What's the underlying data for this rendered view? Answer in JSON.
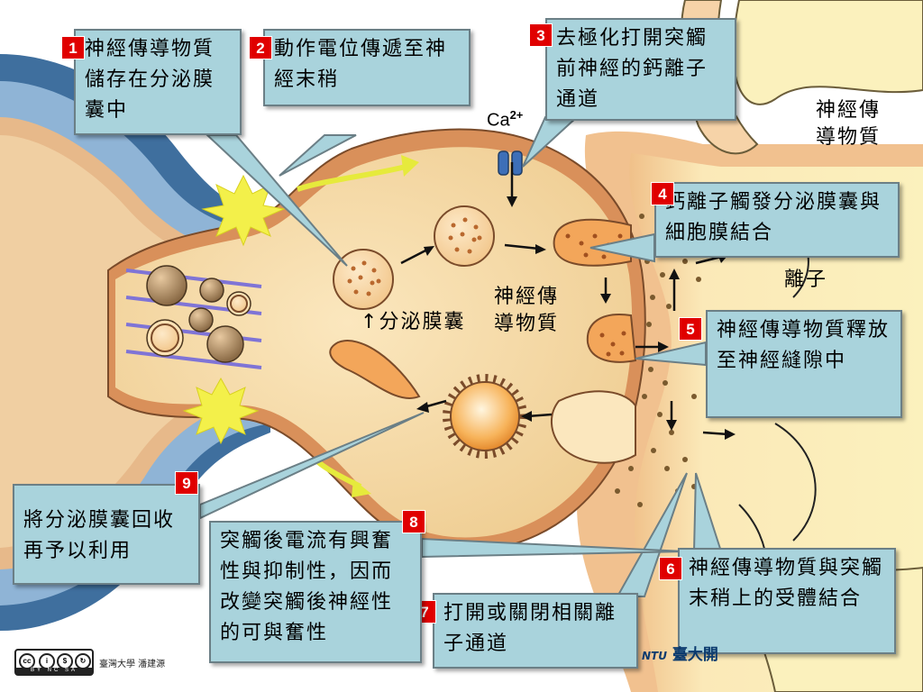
{
  "steps": [
    {
      "num": "1",
      "text": "神經傳導物質儲存在分泌膜囊中"
    },
    {
      "num": "2",
      "text": "動作電位傳遞至神經末稍"
    },
    {
      "num": "3",
      "text": "去極化打開突觸前神經的鈣離子通道"
    },
    {
      "num": "4",
      "text": "鈣離子觸發分泌膜囊與細胞膜結合"
    },
    {
      "num": "5",
      "text": "神經傳導物質釋放至神經縫隙中"
    },
    {
      "num": "6",
      "text": "神經傳導物質與突觸末稍上的受體結合"
    },
    {
      "num": "7",
      "text": "打開或關閉相關離子通道"
    },
    {
      "num": "8",
      "text": "突觸後電流有興奮性與抑制性，因而改變突觸後神經性的可與奮性"
    },
    {
      "num": "9",
      "text": "將分泌膜囊回收再予以利用"
    }
  ],
  "labels": {
    "ca_base": "Ca",
    "ca_charge": "2+",
    "neurotransmitter_right": "神經傳導物質",
    "ion": "離子",
    "vesicle": "分泌膜囊",
    "neurotransmitter_mid": "神經傳導物質"
  },
  "footer": {
    "license": "BY NC SA",
    "author": "臺灣大學 潘建源",
    "logo_ntu": "NTU",
    "logo_name": "臺大開"
  },
  "colors": {
    "callout_bg": "#a9d3dc",
    "step_number_bg": "#e00000",
    "cytoplasm": "#f4d9a6",
    "membrane": "#d9905a",
    "axon_sheath": "#3f6f9e",
    "postsynaptic": "#faf0b4",
    "arrow_yellow": "#e6ea3c"
  }
}
